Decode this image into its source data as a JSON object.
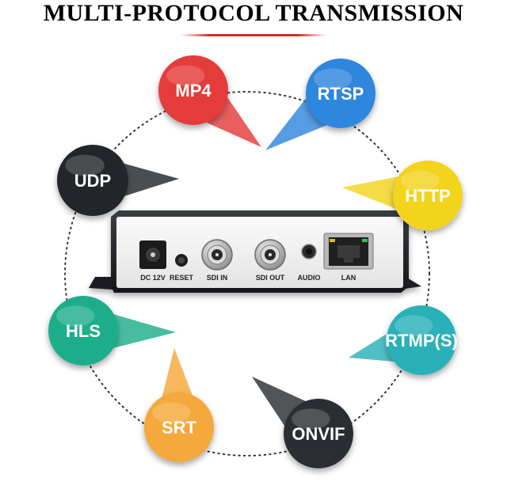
{
  "title": "MULTI-PROTOCOL TRANSMISSION",
  "protocols": [
    {
      "name": "MP4",
      "color": "#e43a3a"
    },
    {
      "name": "RTSP",
      "color": "#2f86de"
    },
    {
      "name": "HTTP",
      "color": "#f2d41e"
    },
    {
      "name": "RTMP(S)",
      "color": "#2ab0b8"
    },
    {
      "name": "ONVIF",
      "color": "#2b2f33"
    },
    {
      "name": "SRT",
      "color": "#f5a83a"
    },
    {
      "name": "HLS",
      "color": "#1fae8a"
    },
    {
      "name": "UDP",
      "color": "#23272a"
    }
  ],
  "device": {
    "ports": [
      "DC 12V",
      "RESET",
      "SDI IN",
      "SDI OUT",
      "AUDIO",
      "LAN"
    ]
  }
}
